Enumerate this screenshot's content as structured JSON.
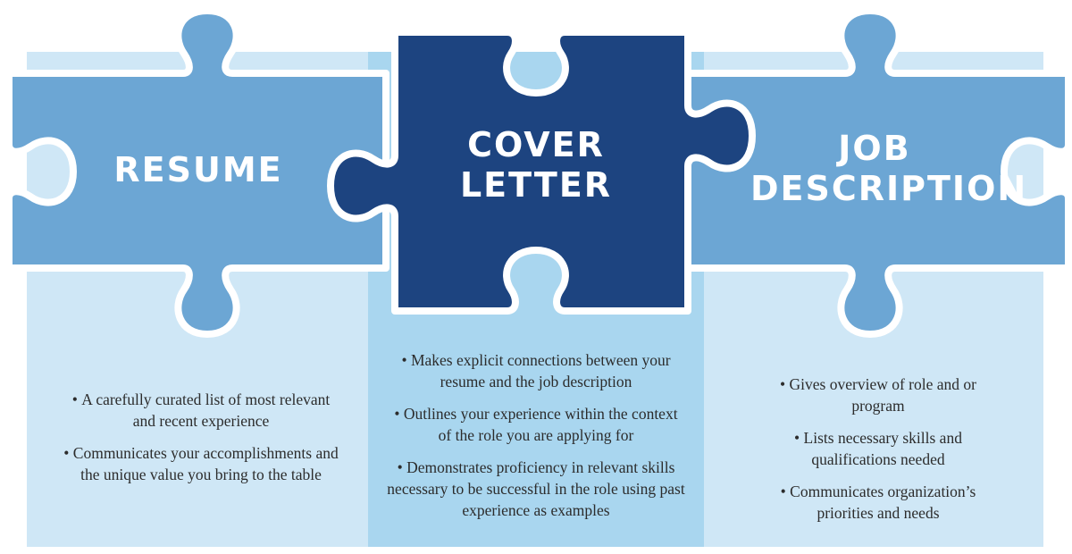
{
  "colors": {
    "outer_piece": "#6ca6d4",
    "center_piece": "#1d4480",
    "outline": "#ffffff",
    "column_light": "#cfe7f6",
    "column_mid": "#a9d6ef",
    "text": "#2c2c2c"
  },
  "pieces": {
    "resume": {
      "title": "RESUME",
      "bullets": [
        "A carefully curated list of most relevant and recent experience",
        "Communicates your accomplishments and the unique value you bring to the table"
      ]
    },
    "cover_letter": {
      "title_lines": [
        "COVER",
        "LETTER"
      ],
      "bullets": [
        "Makes explicit connections between your resume and the job description",
        "Outlines your experience within the context of the role you are applying for",
        "Demonstrates proficiency in relevant skills necessary to be successful in the role using past experience as examples"
      ]
    },
    "job_description": {
      "title_lines": [
        "JOB",
        "DESCRIPTION"
      ],
      "bullets": [
        "Gives overview of role and or program",
        "Lists necessary skills and qualifications needed",
        "Communicates organization’s priorities and needs"
      ]
    }
  }
}
